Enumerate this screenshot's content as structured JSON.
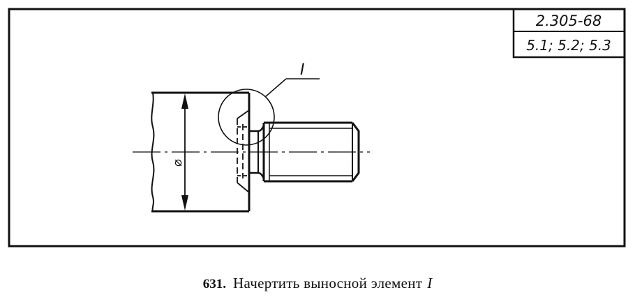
{
  "drawing": {
    "standard": "2.305-68",
    "clauses": "5.1; 5.2; 5.3",
    "detail_label": "I",
    "diameter_symbol": "⌀"
  },
  "caption": {
    "number": "631.",
    "text": "Начертить выносной элемент",
    "element": "I"
  }
}
